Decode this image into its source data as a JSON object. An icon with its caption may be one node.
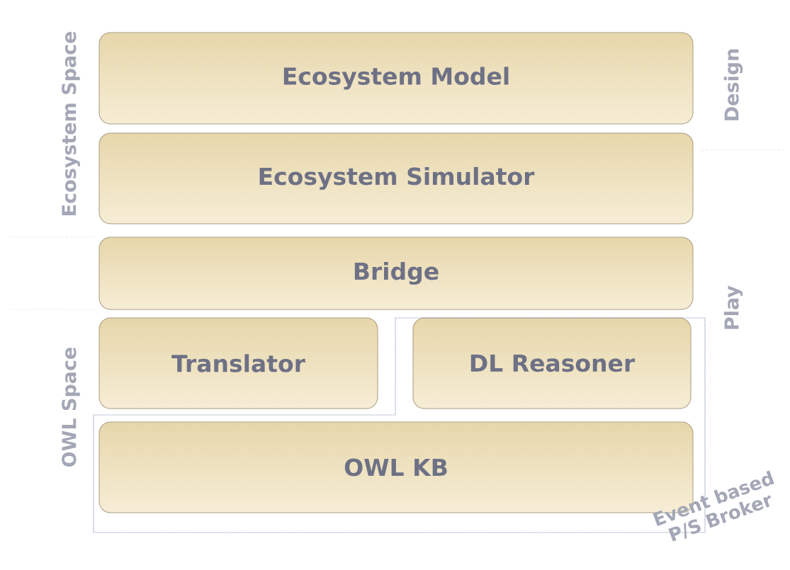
{
  "diagram": {
    "nodes": [
      {
        "text": [
          "Ecosystem Model"
        ]
      },
      {
        "text": [
          "Ecosystem Simulator"
        ]
      },
      {
        "text": [
          "Bridge"
        ]
      },
      {
        "text": [
          "Translator"
        ]
      },
      {
        "text": [
          "Event based P/S Broker"
        ]
      },
      {
        "text": [
          "DL Reasoner"
        ],
        "in": 4
      },
      {
        "text": [
          "OWL KB"
        ],
        "in": 4
      }
    ],
    "labels": [
      "Ecosystem Space",
      "OWL Space",
      "Design",
      "Play"
    ]
  }
}
